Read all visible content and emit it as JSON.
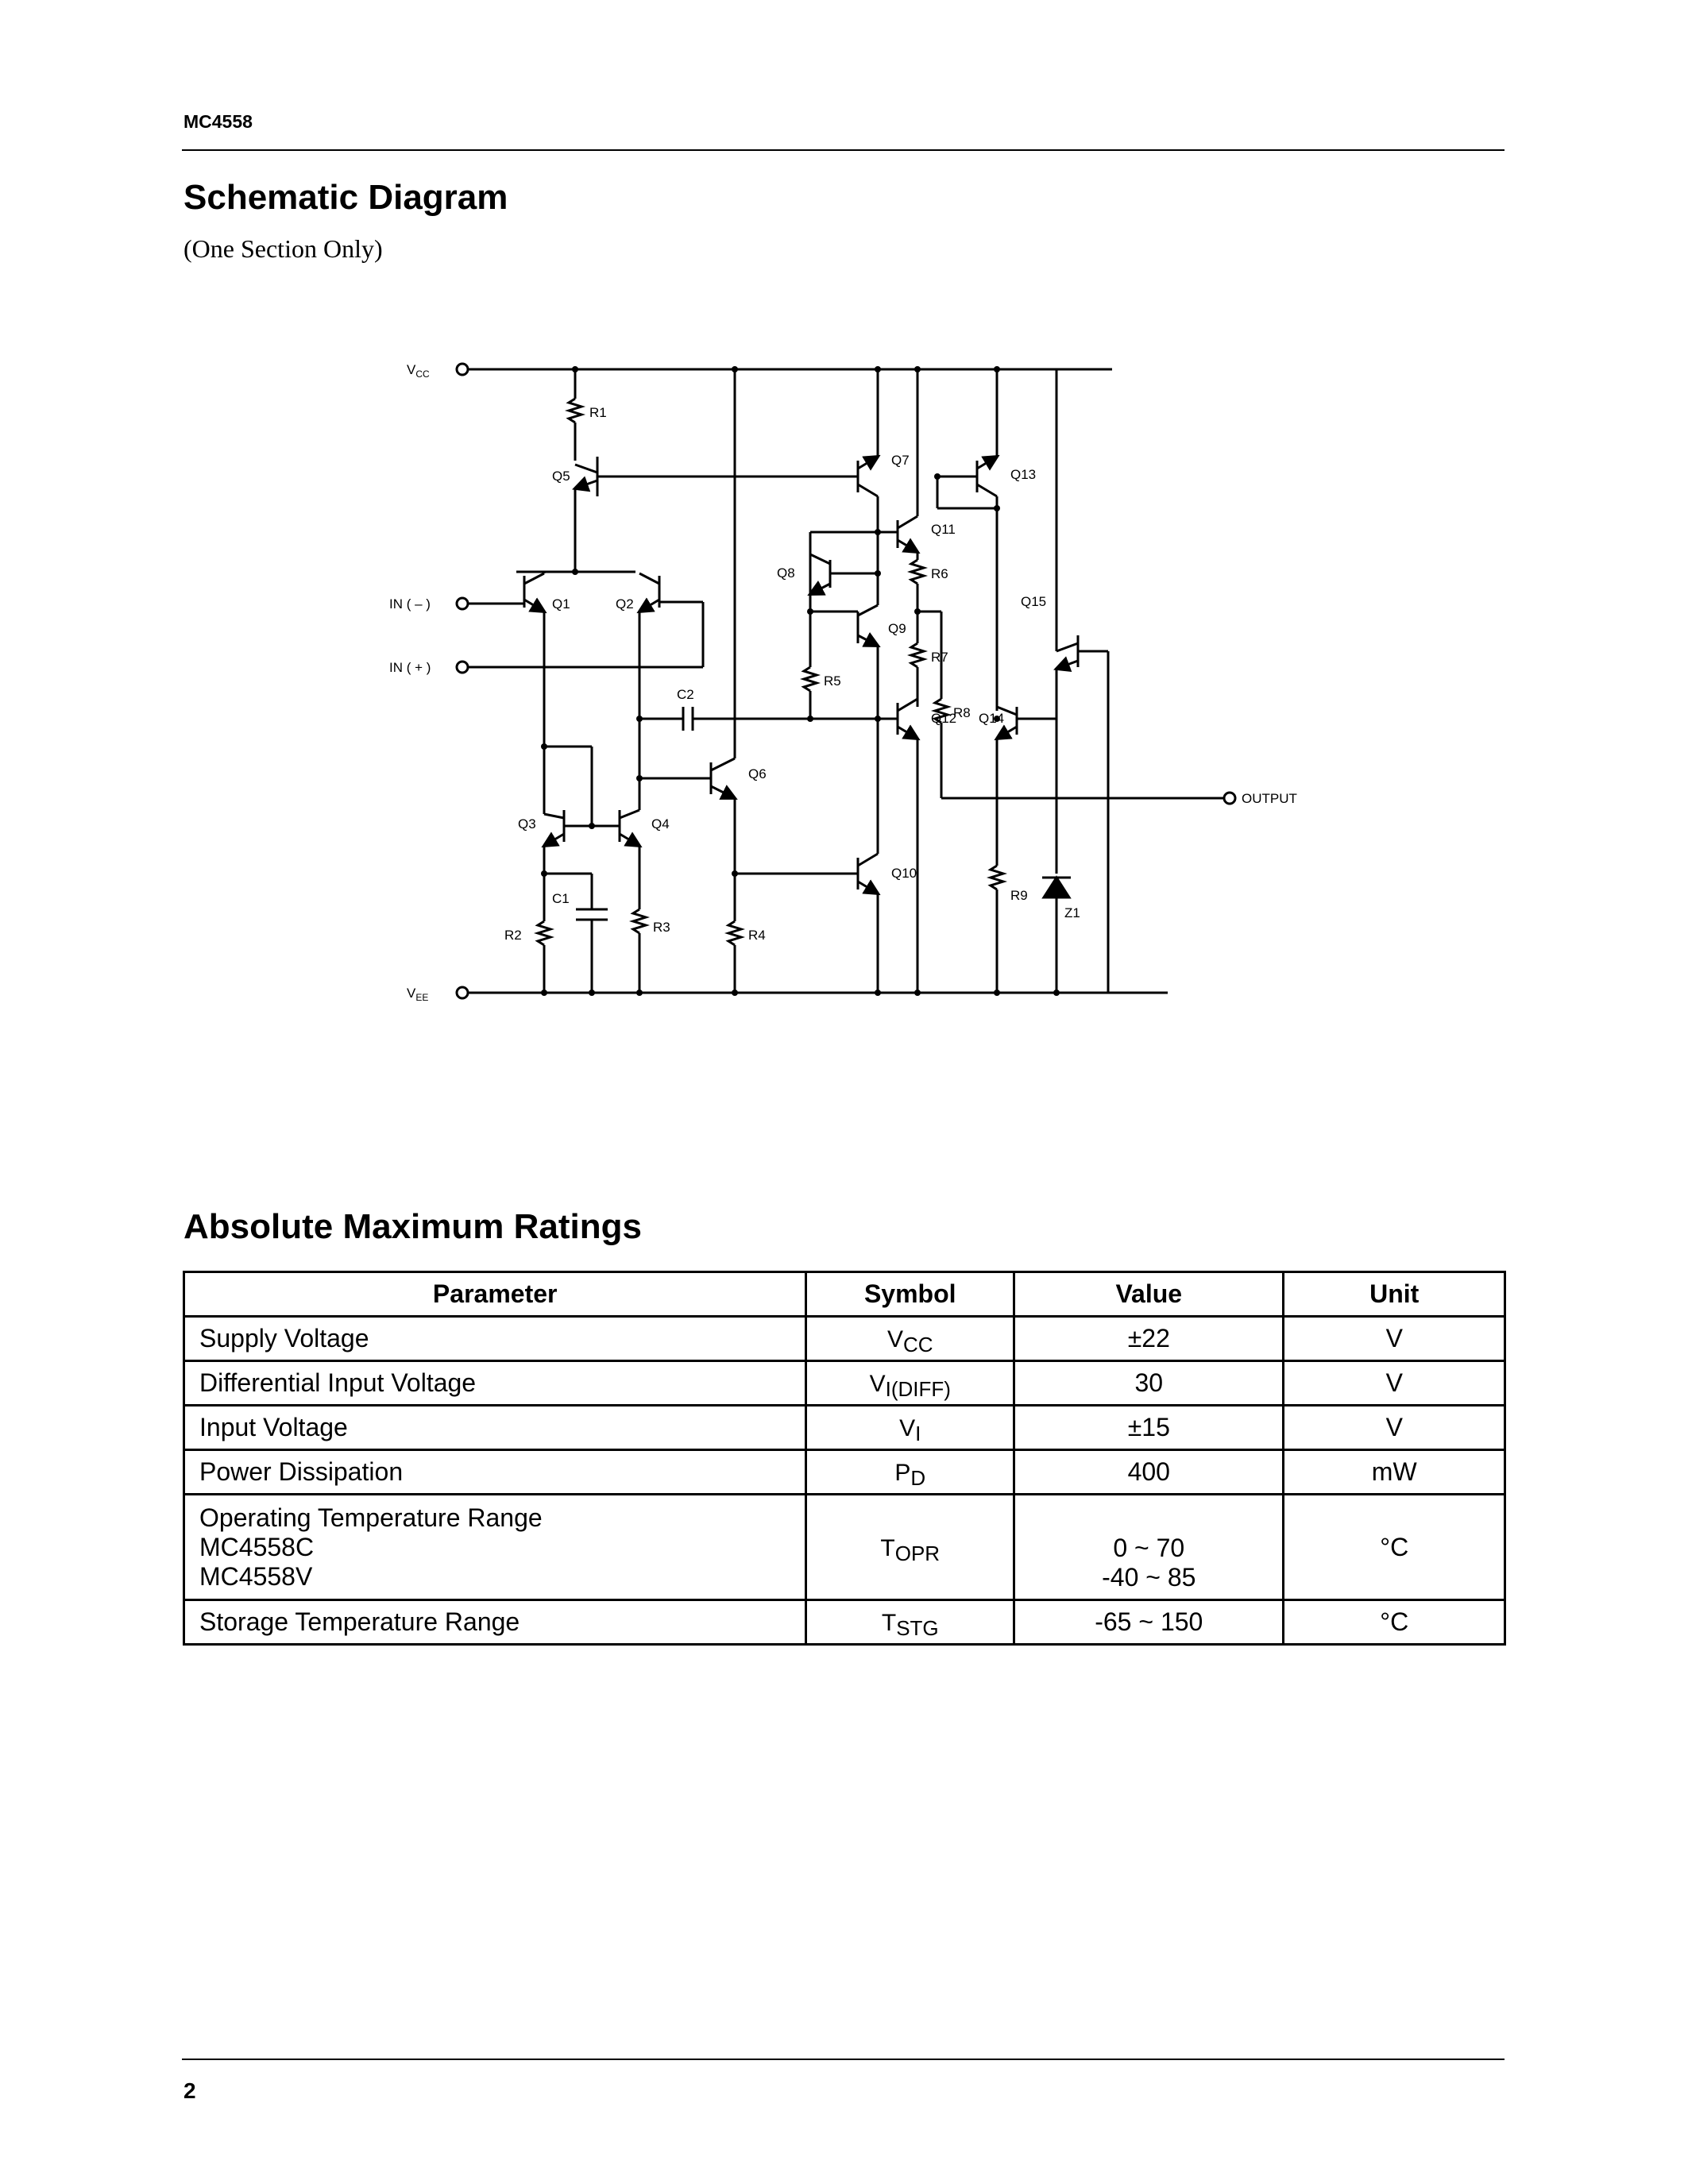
{
  "header": {
    "part_number": "MC4558"
  },
  "schematic": {
    "title": "Schematic Diagram",
    "subtitle": "(One Section Only)",
    "labels": {
      "vcc_main": "V",
      "vcc_sub": "CC",
      "vee_main": "V",
      "vee_sub": "EE",
      "in_minus": "IN ( – )",
      "in_plus": "IN ( + )",
      "output": "OUTPUT",
      "R1": "R1",
      "R2": "R2",
      "R3": "R3",
      "R4": "R4",
      "R5": "R5",
      "R6": "R6",
      "R7": "R7",
      "R8": "R8",
      "R9": "R9",
      "C1": "C1",
      "C2": "C2",
      "Q1": "Q1",
      "Q2": "Q2",
      "Q3": "Q3",
      "Q4": "Q4",
      "Q5": "Q5",
      "Q6": "Q6",
      "Q7": "Q7",
      "Q8": "Q8",
      "Q9": "Q9",
      "Q10": "Q10",
      "Q11": "Q11",
      "Q12": "Q12",
      "Q13": "Q13",
      "Q14": "Q14",
      "Q15": "Q15",
      "Z1": "Z1"
    }
  },
  "ratings": {
    "title": "Absolute Maximum Ratings",
    "headers": {
      "parameter": "Parameter",
      "symbol": "Symbol",
      "value": "Value",
      "unit": "Unit"
    },
    "rows": [
      {
        "parameter": "Supply Voltage",
        "sym_main": "V",
        "sym_sub": "CC",
        "value": "±22",
        "unit": "V"
      },
      {
        "parameter": "Differential Input Voltage",
        "sym_main": "V",
        "sym_sub": "I(DIFF)",
        "value": "30",
        "unit": "V"
      },
      {
        "parameter": "Input Voltage",
        "sym_main": "V",
        "sym_sub": "I",
        "value": "±15",
        "unit": "V"
      },
      {
        "parameter": "Power Dissipation",
        "sym_main": "P",
        "sym_sub": "D",
        "value": "400",
        "unit": "mW"
      },
      {
        "parameter": "Operating Temperature Range",
        "param_line2": "MC4558C",
        "param_line3": "MC4558V",
        "sym_main": "T",
        "sym_sub": "OPR",
        "value": "0 ~ 70",
        "value_line2": "-40 ~ 85",
        "unit": "°C"
      },
      {
        "parameter": "Storage Temperature Range",
        "sym_main": "T",
        "sym_sub": "STG",
        "value": "-65 ~ 150",
        "unit": "°C"
      }
    ]
  },
  "footer": {
    "page_number": "2"
  }
}
